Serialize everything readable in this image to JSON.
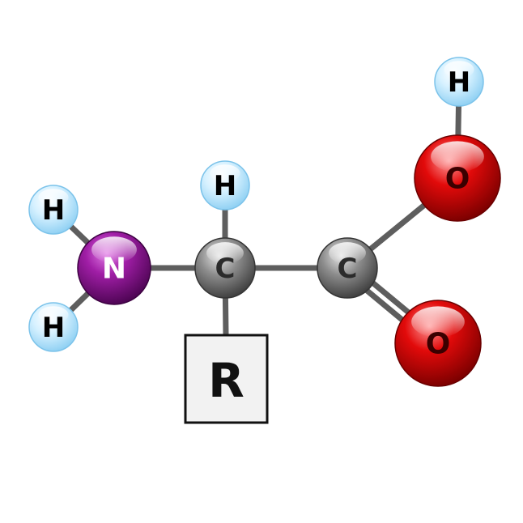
{
  "atoms": [
    {
      "id": "h_nitrogen_top",
      "element": "hydrogen",
      "label": "H"
    },
    {
      "id": "h_nitrogen_bottom",
      "element": "hydrogen",
      "label": "H"
    },
    {
      "id": "nitrogen",
      "element": "nitrogen",
      "label": "N"
    },
    {
      "id": "h_alpha",
      "element": "hydrogen",
      "label": "H"
    },
    {
      "id": "carbon_alpha",
      "element": "carbon",
      "label": "C"
    },
    {
      "id": "carbon_carboxyl",
      "element": "carbon",
      "label": "C"
    },
    {
      "id": "oxygen_hydroxyl",
      "element": "oxygen",
      "label": "O"
    },
    {
      "id": "h_hydroxyl",
      "element": "hydrogen",
      "label": "H"
    },
    {
      "id": "oxygen_carbonyl",
      "element": "oxygen",
      "label": "O"
    }
  ],
  "side_chain": {
    "label": "R"
  },
  "bonds": [
    {
      "from": "h_nitrogen_top",
      "to": "nitrogen",
      "order": 1
    },
    {
      "from": "h_nitrogen_bottom",
      "to": "nitrogen",
      "order": 1
    },
    {
      "from": "nitrogen",
      "to": "carbon_alpha",
      "order": 1
    },
    {
      "from": "h_alpha",
      "to": "carbon_alpha",
      "order": 1
    },
    {
      "from": "carbon_alpha",
      "to": "side_chain",
      "order": 1
    },
    {
      "from": "carbon_alpha",
      "to": "carbon_carboxyl",
      "order": 1
    },
    {
      "from": "carbon_carboxyl",
      "to": "oxygen_hydroxyl",
      "order": 1
    },
    {
      "from": "oxygen_hydroxyl",
      "to": "h_hydroxyl",
      "order": 1
    },
    {
      "from": "carbon_carboxyl",
      "to": "oxygen_carbonyl",
      "order": 2
    }
  ],
  "colors": {
    "hydrogen": "#bfe8ff",
    "nitrogen": "#8a0f8e",
    "carbon": "#7a7a7a",
    "oxygen": "#dd0000",
    "bond": "#5e5e5e",
    "side_chain_fill": "#f2f2f2"
  }
}
